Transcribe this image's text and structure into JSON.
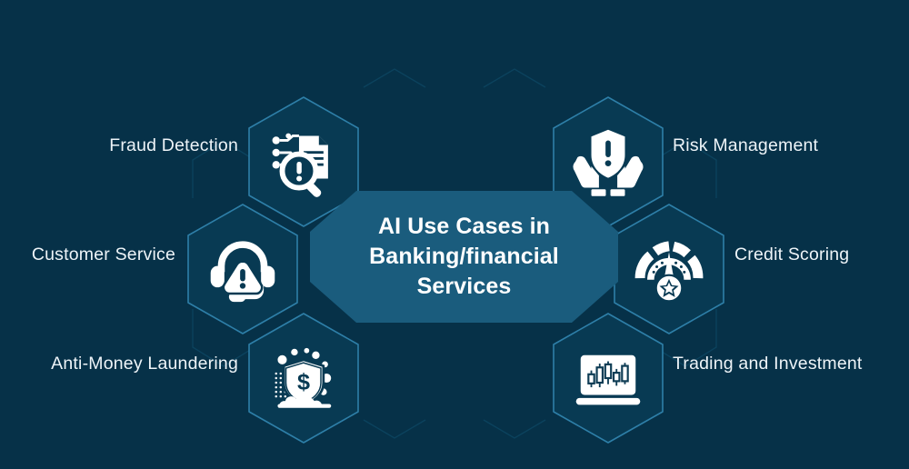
{
  "theme": {
    "background_color": "#063148",
    "hex_stroke_color": "#2e7fa8",
    "hex_fill_color": "#083a53",
    "panel_fill_color": "#1a5c7d",
    "icon_color": "#ffffff",
    "label_color": "#eef4f8"
  },
  "center": {
    "title_lines": [
      "AI Use Cases in",
      "Banking/financial",
      "Services"
    ],
    "title_full": "AI Use Cases in Banking/financial Services"
  },
  "nodes": [
    {
      "id": "fraud-detection",
      "label": "Fraud Detection",
      "icon": "document-circuit-magnifier-alert-icon",
      "side": "left"
    },
    {
      "id": "customer-service",
      "label": "Customer Service",
      "icon": "headset-warning-triangle-icon",
      "side": "left"
    },
    {
      "id": "anti-money-laundering",
      "label": "Anti-Money Laundering",
      "icon": "shield-dollar-bubbles-icon",
      "side": "left"
    },
    {
      "id": "risk-management",
      "label": "Risk Management",
      "icon": "hands-holding-shield-alert-icon",
      "side": "right"
    },
    {
      "id": "credit-scoring",
      "label": "Credit Scoring",
      "icon": "gauge-star-badge-icon",
      "side": "right"
    },
    {
      "id": "trading-investment",
      "label": "Trading and Investment",
      "icon": "laptop-candlestick-chart-icon",
      "side": "right"
    }
  ]
}
